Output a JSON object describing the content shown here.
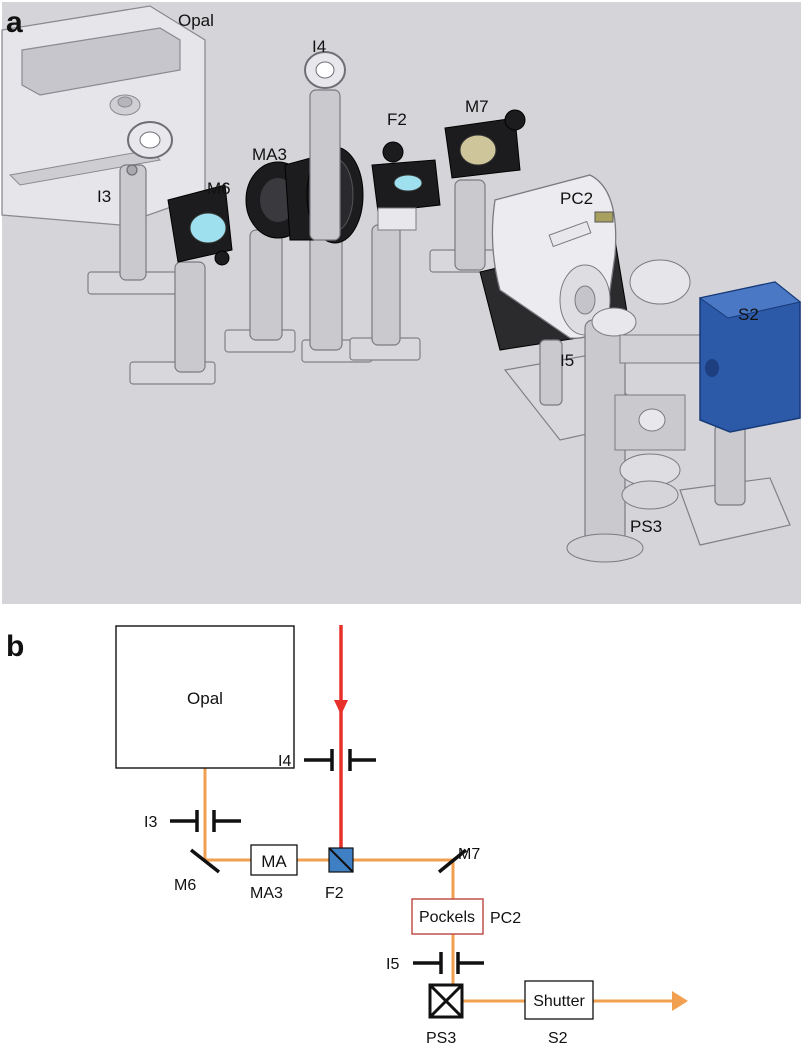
{
  "panel_a": {
    "letter": "a",
    "labels": {
      "opal": "Opal",
      "i4": "I4",
      "f2": "F2",
      "m7": "M7",
      "ma3": "MA3",
      "i3": "I3",
      "m6": "M6",
      "pc2": "PC2",
      "s2": "S2",
      "i5": "I5",
      "ps3": "PS3"
    },
    "colors": {
      "background": "#d5d5d9",
      "shutter_blue": "#2d5aa8",
      "mirror_cyan": "#9fe0ee",
      "mirror_gold": "#cfc59a"
    }
  },
  "panel_b": {
    "letter": "b",
    "boxes": {
      "opal": "Opal",
      "ma": "MA",
      "pockels": "Pockels",
      "shutter": "Shutter"
    },
    "labels": {
      "i4": "I4",
      "i3": "I3",
      "m6": "M6",
      "ma3": "MA3",
      "f2": "F2",
      "m7": "M7",
      "pc2": "PC2",
      "i5": "I5",
      "ps3": "PS3",
      "s2": "S2"
    },
    "colors": {
      "red_beam": "#e8302a",
      "orange_beam": "#f0a050",
      "cube_blue": "#3f7fc4",
      "pockels_border": "#c0504d"
    }
  }
}
